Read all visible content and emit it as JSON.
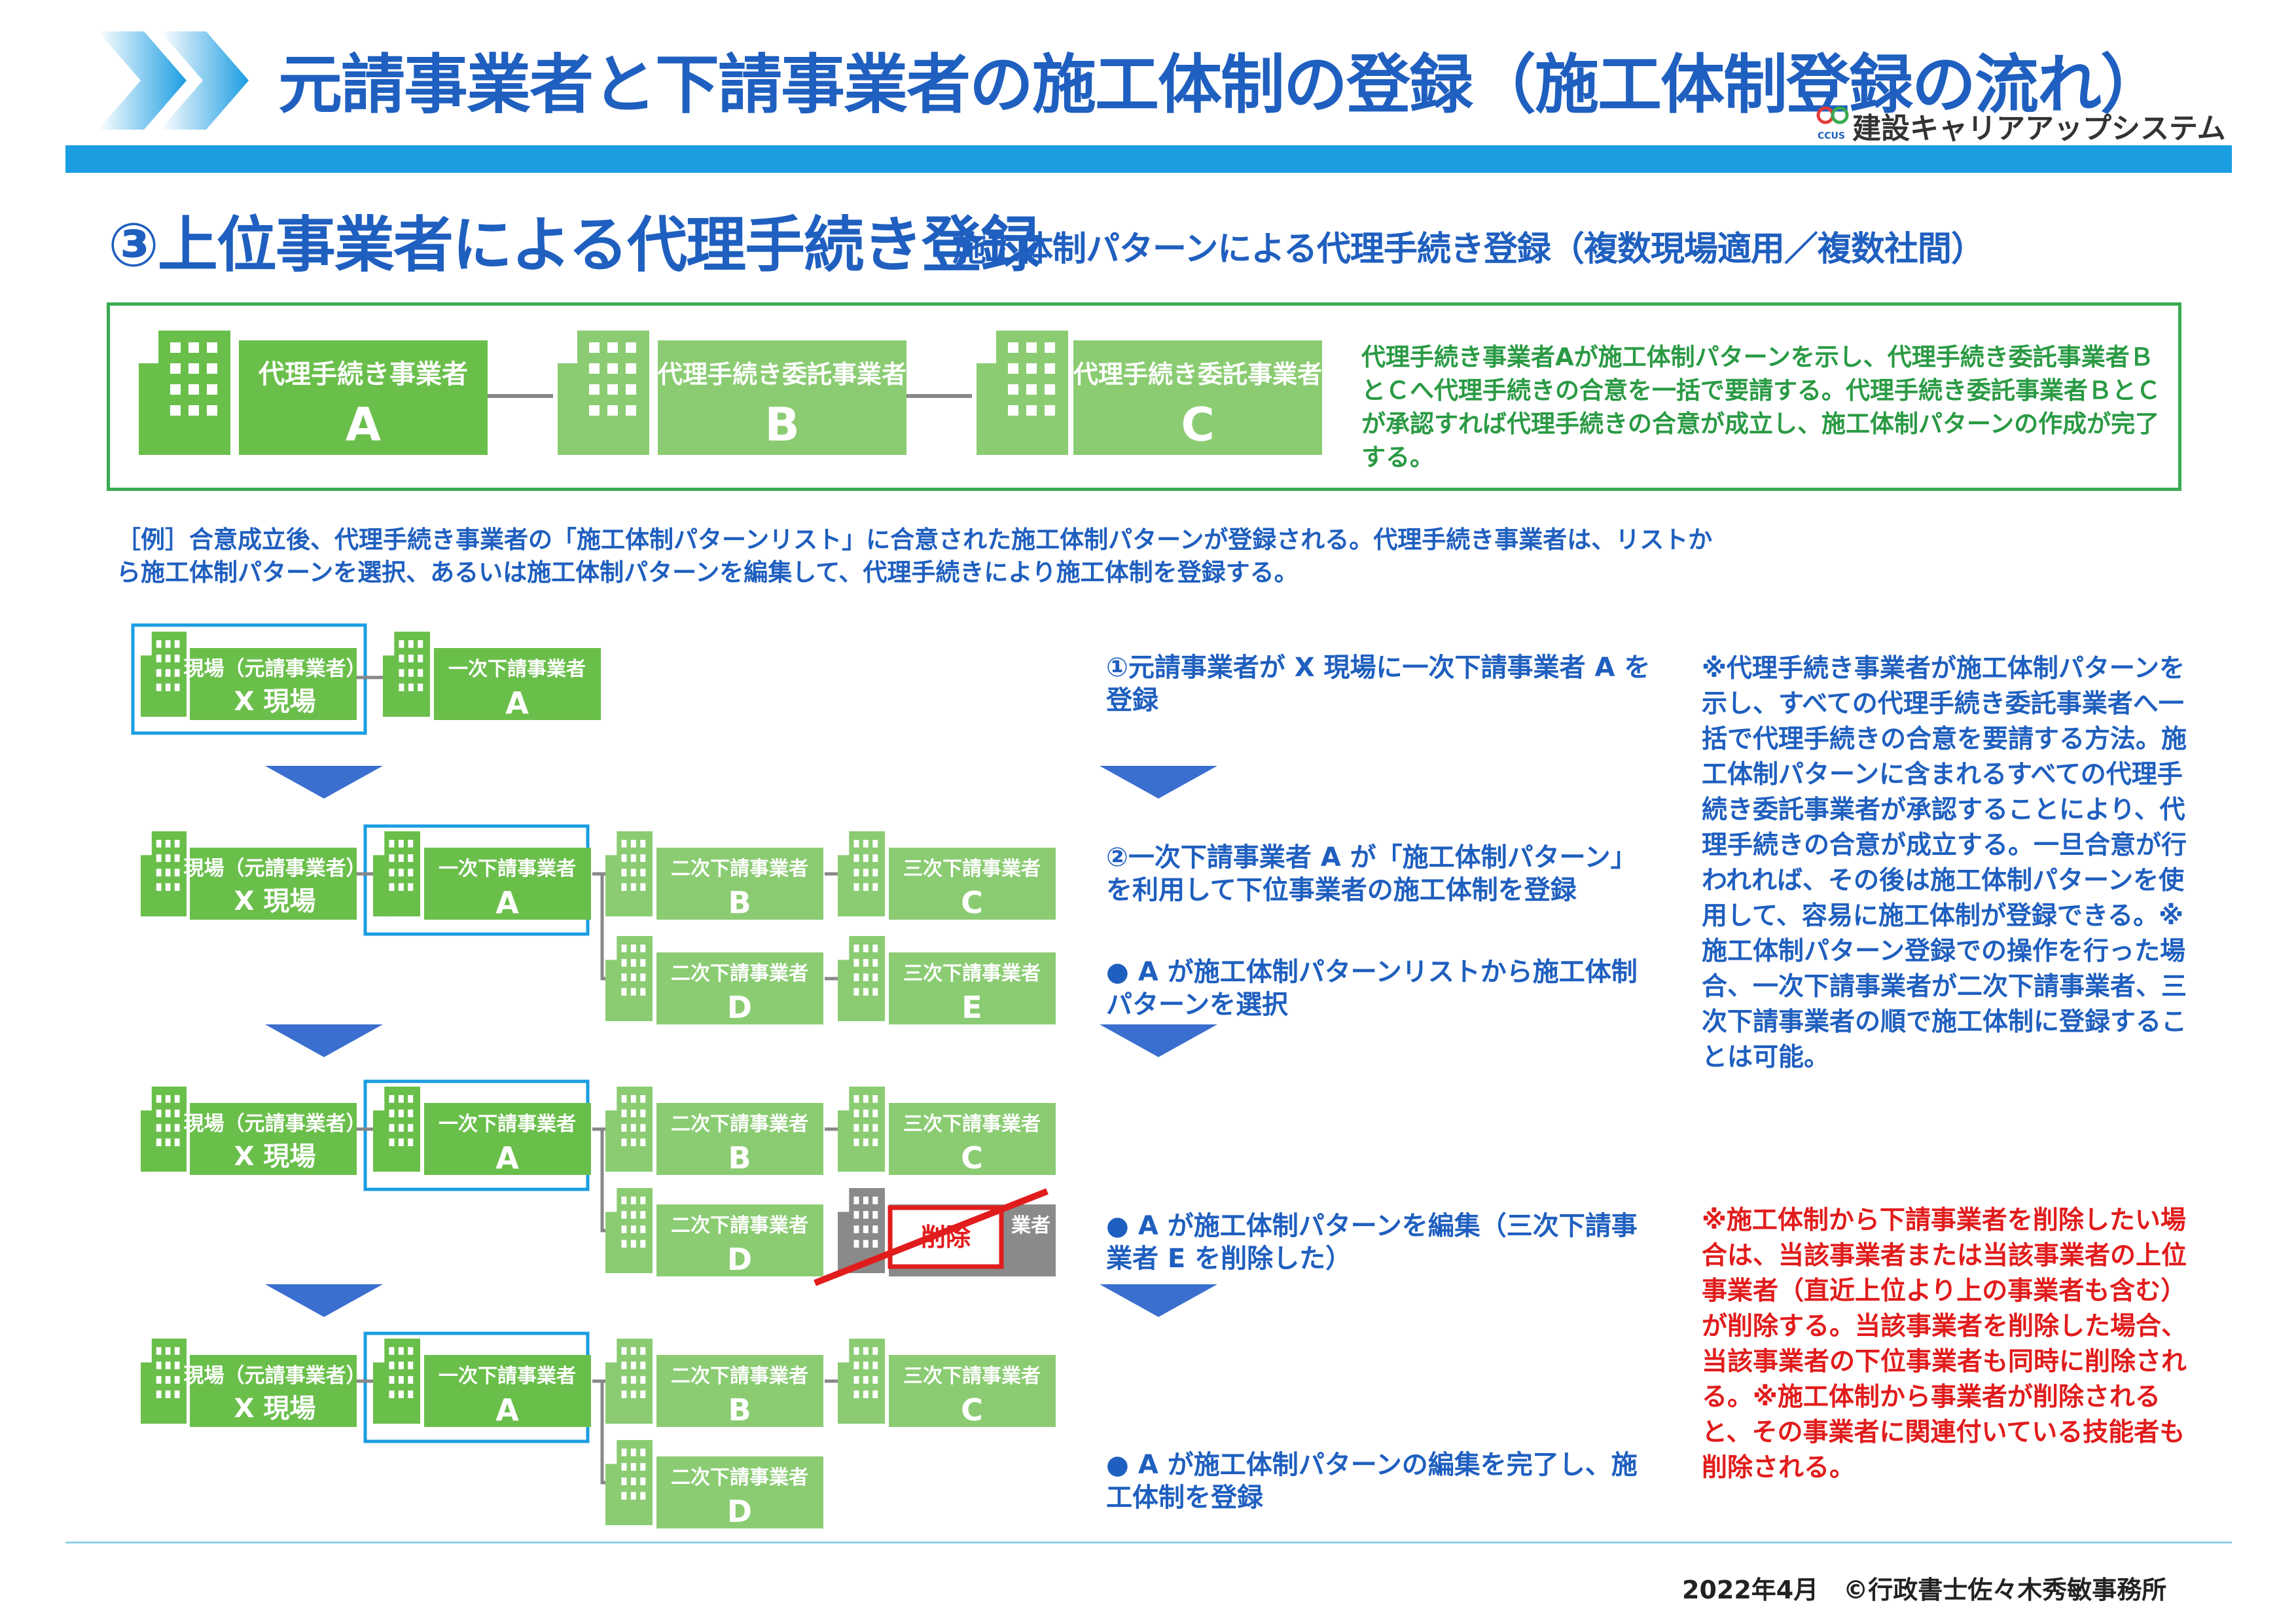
{
  "header": {
    "title": "元請事業者と下請事業者の施工体制の登録（施工体制登録の流れ）",
    "logo_text": "建設キャリアアップシステム",
    "logo_mark": "CCUS"
  },
  "section": {
    "title": "③上位事業者による代理手続き登録",
    "subtitle": "施工体制パターンによる代理手続き登録（複数現場適用／複数社間）"
  },
  "top_diagram": {
    "boxes": [
      {
        "label": "代理手続き事業者",
        "letter": "A"
      },
      {
        "label": "代理手続き委託事業者",
        "letter": "B"
      },
      {
        "label": "代理手続き委託事業者",
        "letter": "C"
      }
    ],
    "description": "代理手続き事業者Aが施工体制パターンを示し、代理手続き委託事業者ＢとＣへ代理手続きの合意を一括で要請する。代理手続き委託事業者ＢとＣが承認すれば代理手続きの合意が成立し、施工体制パターンの作成が完了する。"
  },
  "example_note": {
    "line1": "［例］合意成立後、代理手続き事業者の「施工体制パターンリスト」に合意された施工体制パターンが登録される。代理手続き事業者は、リストか",
    "line2": "ら施工体制パターンを選択、あるいは施工体制パターンを編集して、代理手続きにより施工体制を登録する。"
  },
  "nodes": {
    "genba_label": "現場（元請事業者）",
    "genba_name": "X 現場",
    "ichiji_label": "一次下請事業者",
    "niji_label": "二次下請事業者",
    "sanji_label": "三次下請事業者",
    "letters": {
      "a": "A",
      "b": "B",
      "c": "C",
      "d": "D",
      "e": "E"
    },
    "sanji_partial": "業者",
    "delete_label": "削除"
  },
  "steps": {
    "s1_line1": "①元請事業者が X 現場に一次下請事業者 A を",
    "s1_line2": "登録",
    "s2_line1": "②一次下請事業者 A が「施工体制パターン」",
    "s2_line2": "を利用して下位事業者の施工体制を登録",
    "s3_line1": "● A が施工体制パターンリストから施工体制",
    "s3_line2": "パターンを選択",
    "s4_line1": "● A が施工体制パターンを編集（三次下請事",
    "s4_line2": "業者 E を削除した）",
    "s5_line1": "● A が施工体制パターンの編集を完了し、施",
    "s5_line2": "工体制を登録"
  },
  "right_note": "※代理手続き事業者が施工体制パターンを示し、すべての代理手続き委託事業者へ一括で代理手続きの合意を要請する方法。施工体制パターンに含まれるすべての代理手続き委託事業者が承認することにより、代理手続きの合意が成立する。一旦合意が行われれば、その後は施工体制パターンを使用して、容易に施工体制が登録できる。※施工体制パターン登録での操作を行った場合、一次下請事業者が二次下請事業者、三次下請事業者の順で施工体制に登録することは可能。",
  "red_note": "※施工体制から下請事業者を削除したい場合は、当該事業者または当該事業者の上位事業者（直近上位より上の事業者も含む）が削除する。当該事業者を削除した場合、当該事業者の下位事業者も同時に削除される。※施工体制から事業者が削除されると、その事業者に関連付いている技能者も削除される。",
  "footer": "2022年4月　©行政書士佐々木秀敏事務所",
  "colors": {
    "title_blue": "#1f5fbf",
    "bar_blue": "#1b9de2",
    "green_dark": "#6abf4b",
    "green_light": "#8bcc73",
    "green_text": "#2a9a44",
    "red": "#e11c1c",
    "gray": "#8a8a8a"
  }
}
